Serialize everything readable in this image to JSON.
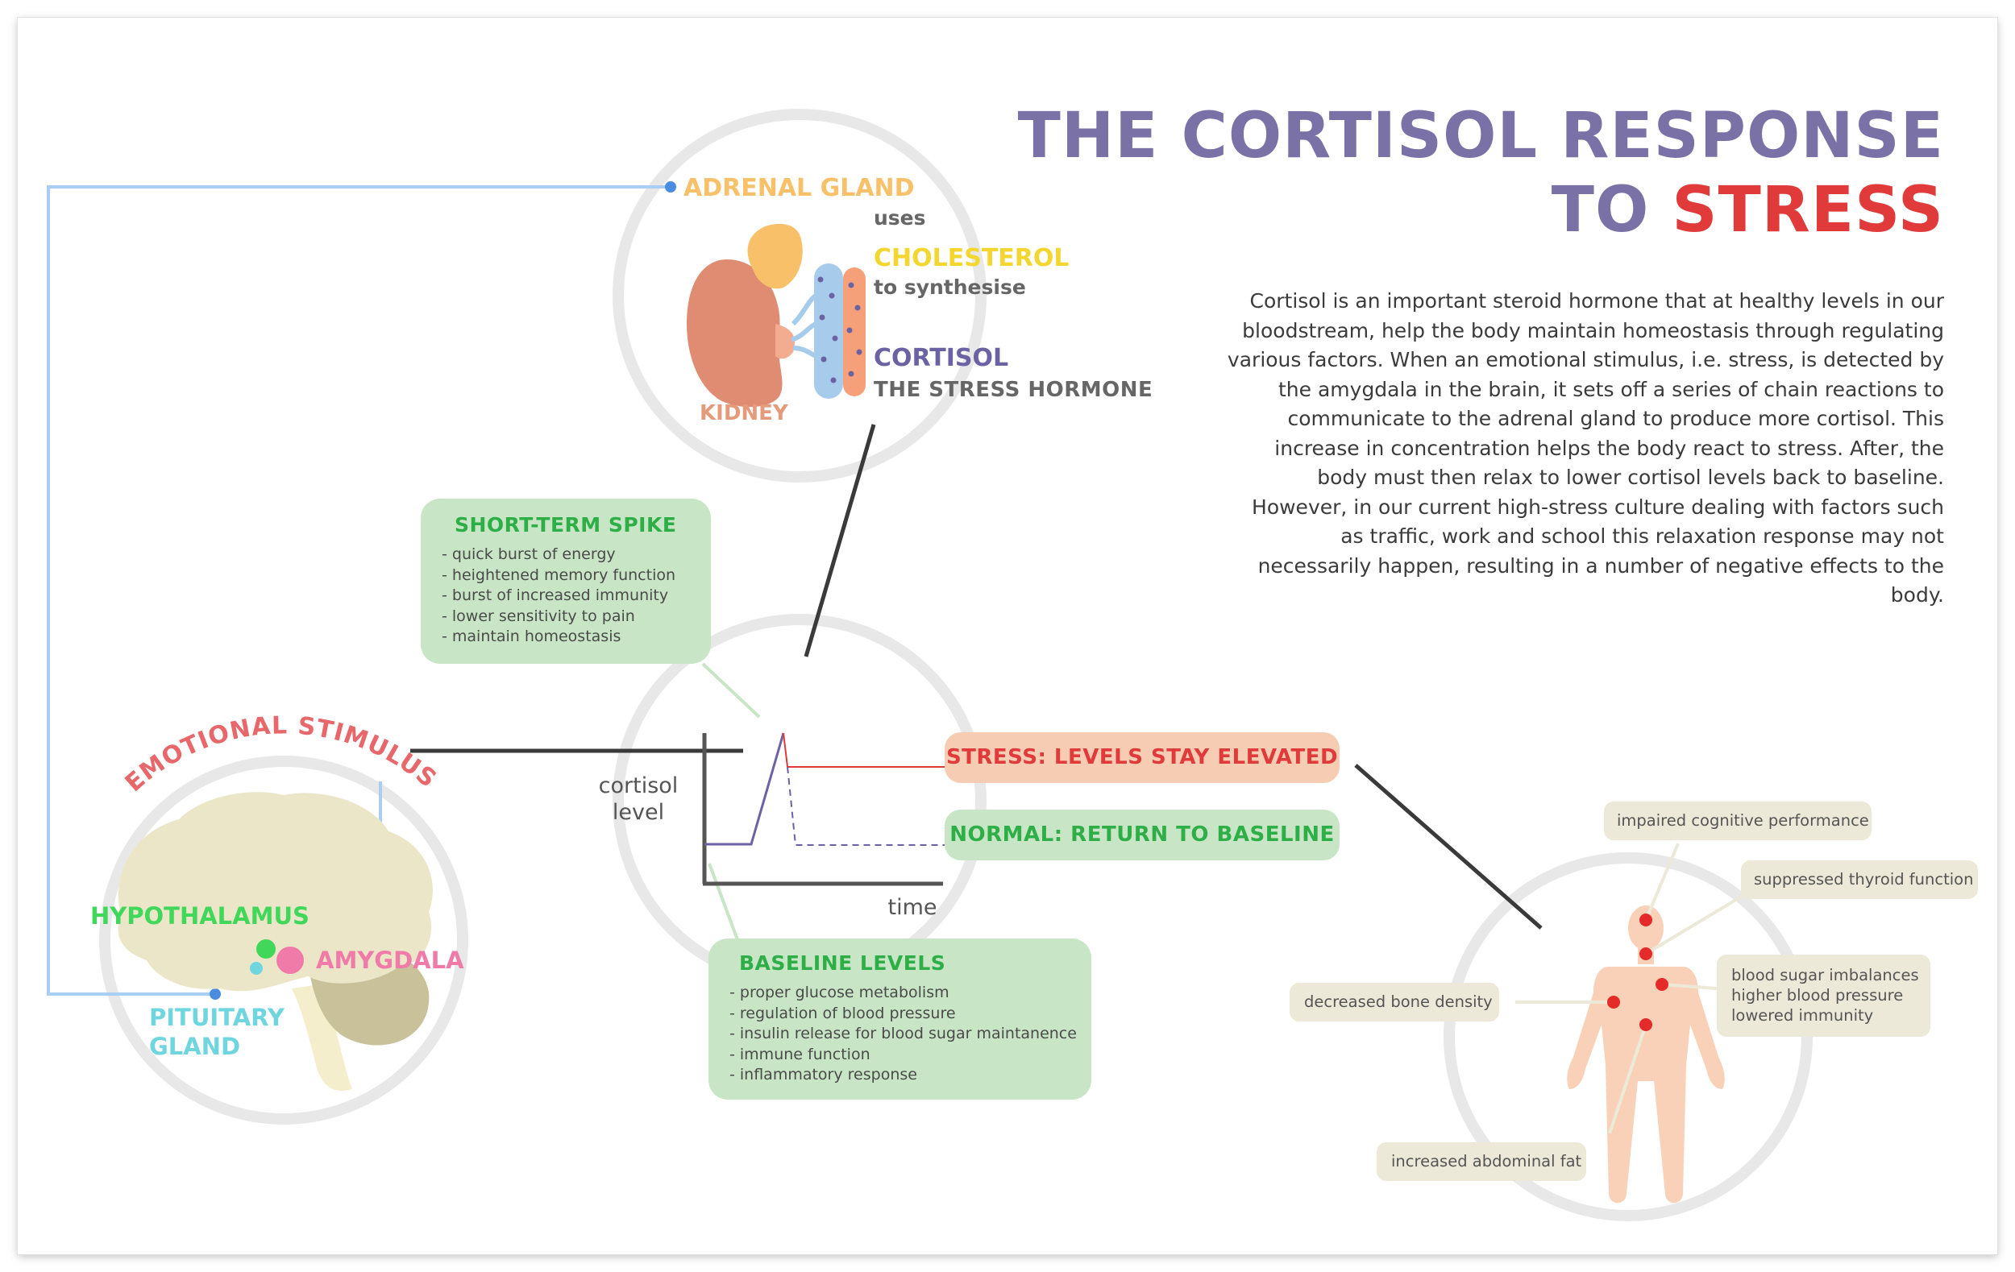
{
  "title": {
    "line1": "THE CORTISOL RESPONSE",
    "line2_a": "TO ",
    "line2_b": "STRESS"
  },
  "intro": "Cortisol is an important steroid hormone that at healthy levels in our bloodstream, help the body maintain homeostasis through regulating various factors. When an emotional stimulus, i.e. stress, is detected by the amygdala in the brain, it sets off a series of chain reactions to communicate to the adrenal gland to produce more cortisol. This increase in concentration helps the body react to stress. After, the body must then relax to lower cortisol levels back to baseline. However, in our current high-stress culture dealing with factors such as traffic, work and school this relaxation response may not necessarily happen, resulting in a number of negative effects to the body.",
  "adrenal": {
    "gland": "ADRENAL GLAND",
    "uses": "uses",
    "cholesterol": "CHOLESTEROL",
    "synth": "to synthesise",
    "cortisol": "CORTISOL",
    "hormone": "THE STRESS HORMONE",
    "kidney": "KIDNEY"
  },
  "brain": {
    "stimulus": "EMOTIONAL STIMULUS",
    "hypothalamus": "HYPOTHALAMUS",
    "amygdala": "AMYGDALA",
    "pituitary": "PITUITARY",
    "gland": "GLAND"
  },
  "graph": {
    "ylabel_1": "cortisol",
    "ylabel_2": "level",
    "xlabel": "time"
  },
  "spike": {
    "title": "SHORT-TERM SPIKE",
    "items": [
      "- quick burst of energy",
      "- heightened memory function",
      "- burst of increased immunity",
      "- lower sensitivity to pain",
      "- maintain homeostasis"
    ]
  },
  "baseline": {
    "title": "BASELINE LEVELS",
    "items": [
      "- proper glucose metabolism",
      "- regulation of blood pressure",
      "- insulin release for blood sugar maintanence",
      "- immune function",
      "- inflammatory response"
    ]
  },
  "outcomes": {
    "stress": "STRESS: LEVELS STAY ELEVATED",
    "normal": "NORMAL: RETURN TO BASELINE"
  },
  "effects": {
    "cognitive": "impaired cognitive performance",
    "thyroid": "suppressed thyroid function",
    "blood_1": "blood sugar imbalances",
    "blood_2": "higher blood pressure",
    "blood_3": "lowered immunity",
    "bone": "decreased bone density",
    "abdominal": "increased abdominal fat"
  },
  "colors": {
    "title_purple": "#7a72a6",
    "stress_red": "#e03a3a",
    "adrenal_orange": "#f9c06a",
    "cholesterol_yellow": "#f3d630",
    "cortisol_purple": "#6b62a3",
    "kidney_salmon": "#e59a7a",
    "green": "#2dae47",
    "box_green": "#c8e5c6",
    "pink": "#f07ba8",
    "cyan": "#6fd6e0",
    "hypothalamus_green": "#40d75a",
    "stimulus_red": "#e8676a"
  }
}
